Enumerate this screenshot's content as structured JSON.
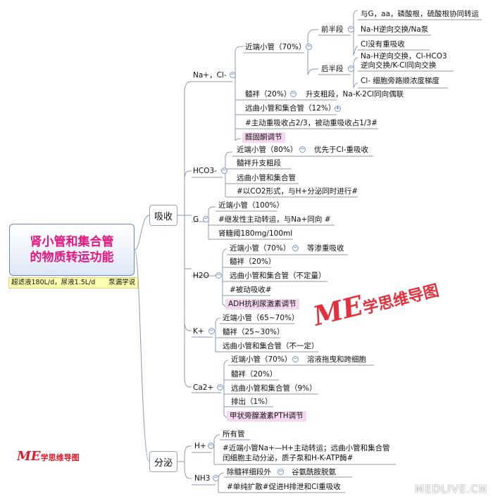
{
  "root": {
    "line1": "肾小管和集合管",
    "line2": "的物质转运功能",
    "note": "超滤液180L/d，尿液1.5L/d　　泵漏学说"
  },
  "l1": {
    "xishou": "吸收",
    "fenmi": "分泌"
  },
  "na": {
    "label": "Na+，Cl-",
    "jinduan": "近端小管（70%）",
    "qianbanduan": "前半段",
    "q1": "与G，aa，磷酸根，硫酸根协同转运",
    "q2": "Na-H逆向交换/Na泵",
    "q3": "Cl没有重吸收",
    "houbanduan": "后半段",
    "h1a": "Na-H逆向交换，Cl-HCO3",
    "h1b": "逆向交换/K-Cl同向交换",
    "h2": "Cl-  细胞旁路顺浓度梯度",
    "suiban": "髓袢（20%）",
    "suiban_note": "升支粗段，Na-K-2Cl同向偶联",
    "yuanqu": "远曲小管和集合管（12%）",
    "zhudong": "#主动重吸收占2/3，被动重吸收占1/3#",
    "quangu": "醛固酮调节"
  },
  "hco3": {
    "label": "HCO3-",
    "jinduan": "近端小管（80%）",
    "jinduan_note": "优先于Cl-重吸收",
    "suiban": "髓袢升支粗段",
    "yuanqu": "远曲小管和集合管",
    "co2": "#以CO2形式，与H+分泌同时进行#"
  },
  "g": {
    "label": "G",
    "jinduan": "近端小管（100%）",
    "jifa": "#继发性主动转运，与Na+同向 #",
    "shentang": "肾糖阈180mg/100ml"
  },
  "h2o": {
    "label": "H2O",
    "jinduan": "近端小管（70%）",
    "jinduan_note": "等渗重吸收",
    "suiban": "髓袢（20%）",
    "yuanqu": "远曲小管和集合管（不定量）",
    "beidong": "#被动吸收#",
    "adh": "ADH抗利尿激素调节"
  },
  "k": {
    "label": "K+",
    "jinduan": "近端小管（65~70%）",
    "suiban": "髓袢（25~30%）",
    "yuanqu": "远曲小管和集合管（不一定）"
  },
  "ca": {
    "label": "Ca2+",
    "jinduan": "近端小管（70%）",
    "jinduan_note": "溶液拖曳和跨细胞",
    "suiban": "髓袢（20%）",
    "yuanqu": "远曲小管和集合管（9%）",
    "paichu": "排出（1%）",
    "pth": "甲状旁腺激素PTH调节"
  },
  "h": {
    "label": "H+",
    "suoyou": "所有管",
    "line1": "#近端小管Na+—H+主动转运；远曲小管和集合管",
    "line2": "闰细胞主动分泌，质子泵和H-K-ATP酶#"
  },
  "nh3": {
    "label": "NH3",
    "chu": "除髓袢细段外",
    "chu_note": "谷氨酰胺脱氨",
    "danchun": "#单纯扩散#促进H排泄和Cl重吸收"
  },
  "watermark": {
    "logo": "ME",
    "text": "学思维导图",
    "site": "MEDLIVE.CN"
  }
}
